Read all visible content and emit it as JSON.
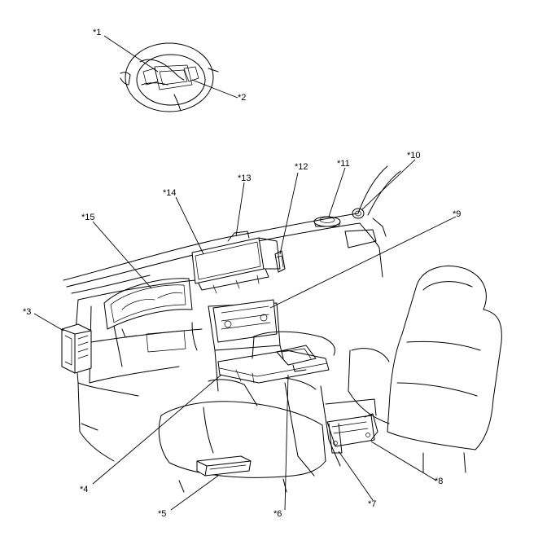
{
  "callouts": [
    {
      "id": "c1",
      "text": "*1"
    },
    {
      "id": "c2",
      "text": "*2"
    },
    {
      "id": "c3",
      "text": "*3"
    },
    {
      "id": "c4",
      "text": "*4"
    },
    {
      "id": "c5",
      "text": "*5"
    },
    {
      "id": "c6",
      "text": "*6"
    },
    {
      "id": "c7",
      "text": "*7"
    },
    {
      "id": "c8",
      "text": "*8"
    },
    {
      "id": "c9",
      "text": "*9"
    },
    {
      "id": "c10",
      "text": "*10"
    },
    {
      "id": "c11",
      "text": "*11"
    },
    {
      "id": "c12",
      "text": "*12"
    },
    {
      "id": "c13",
      "text": "*13"
    },
    {
      "id": "c14",
      "text": "*14"
    },
    {
      "id": "c15",
      "text": "*15"
    }
  ]
}
